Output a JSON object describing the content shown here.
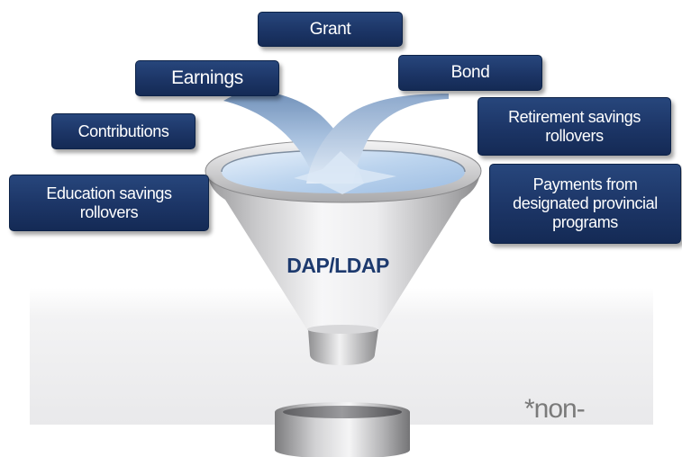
{
  "sources": {
    "grant": "Grant",
    "earnings": "Earnings",
    "bond": "Bond",
    "contributions": "Contributions",
    "retirement": "Retirement savings\nrollovers",
    "education": "Education savings\nrollovers",
    "provincial": "Payments from\ndesignated provincial\nprograms"
  },
  "funnel_label": "DAP/LDAP",
  "footnote": "*non-",
  "colors": {
    "box_fill": "#1c3566",
    "funnel_label": "#1d3a6e",
    "water": "#bcd4ee",
    "footnote": "#7a7a7a"
  }
}
